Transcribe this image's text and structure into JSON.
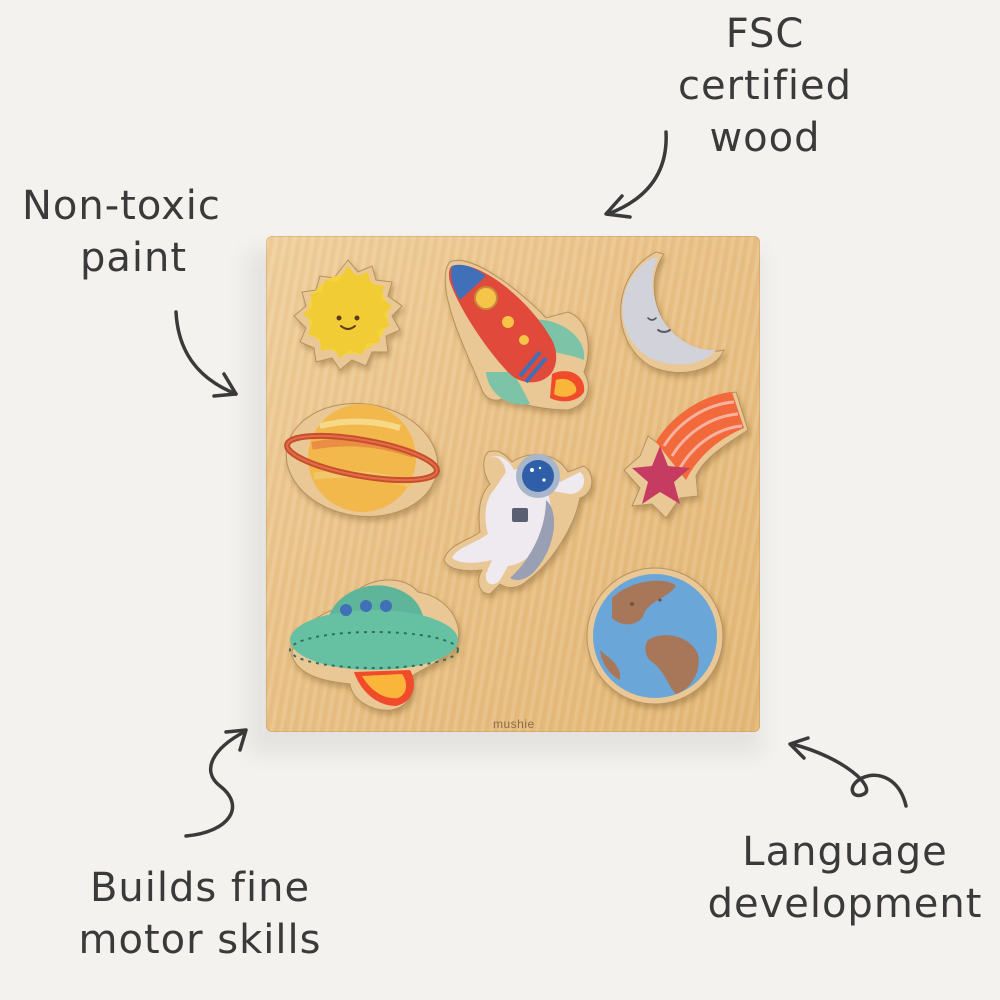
{
  "callouts": {
    "fsc": [
      "FSC",
      "certified",
      "wood"
    ],
    "nontoxic": [
      "Non-toxic",
      "paint"
    ],
    "motor": [
      "Builds fine",
      "motor skills"
    ],
    "language": [
      "Language",
      "development"
    ]
  },
  "board": {
    "brand": "mushie",
    "pieces": [
      "sun",
      "rocket",
      "moon",
      "planet",
      "shooting-star",
      "astronaut",
      "ufo",
      "earth"
    ]
  },
  "colors": {
    "background": "#f3f2ee",
    "wood": "#e9c085",
    "text": "#3a3a3a"
  }
}
